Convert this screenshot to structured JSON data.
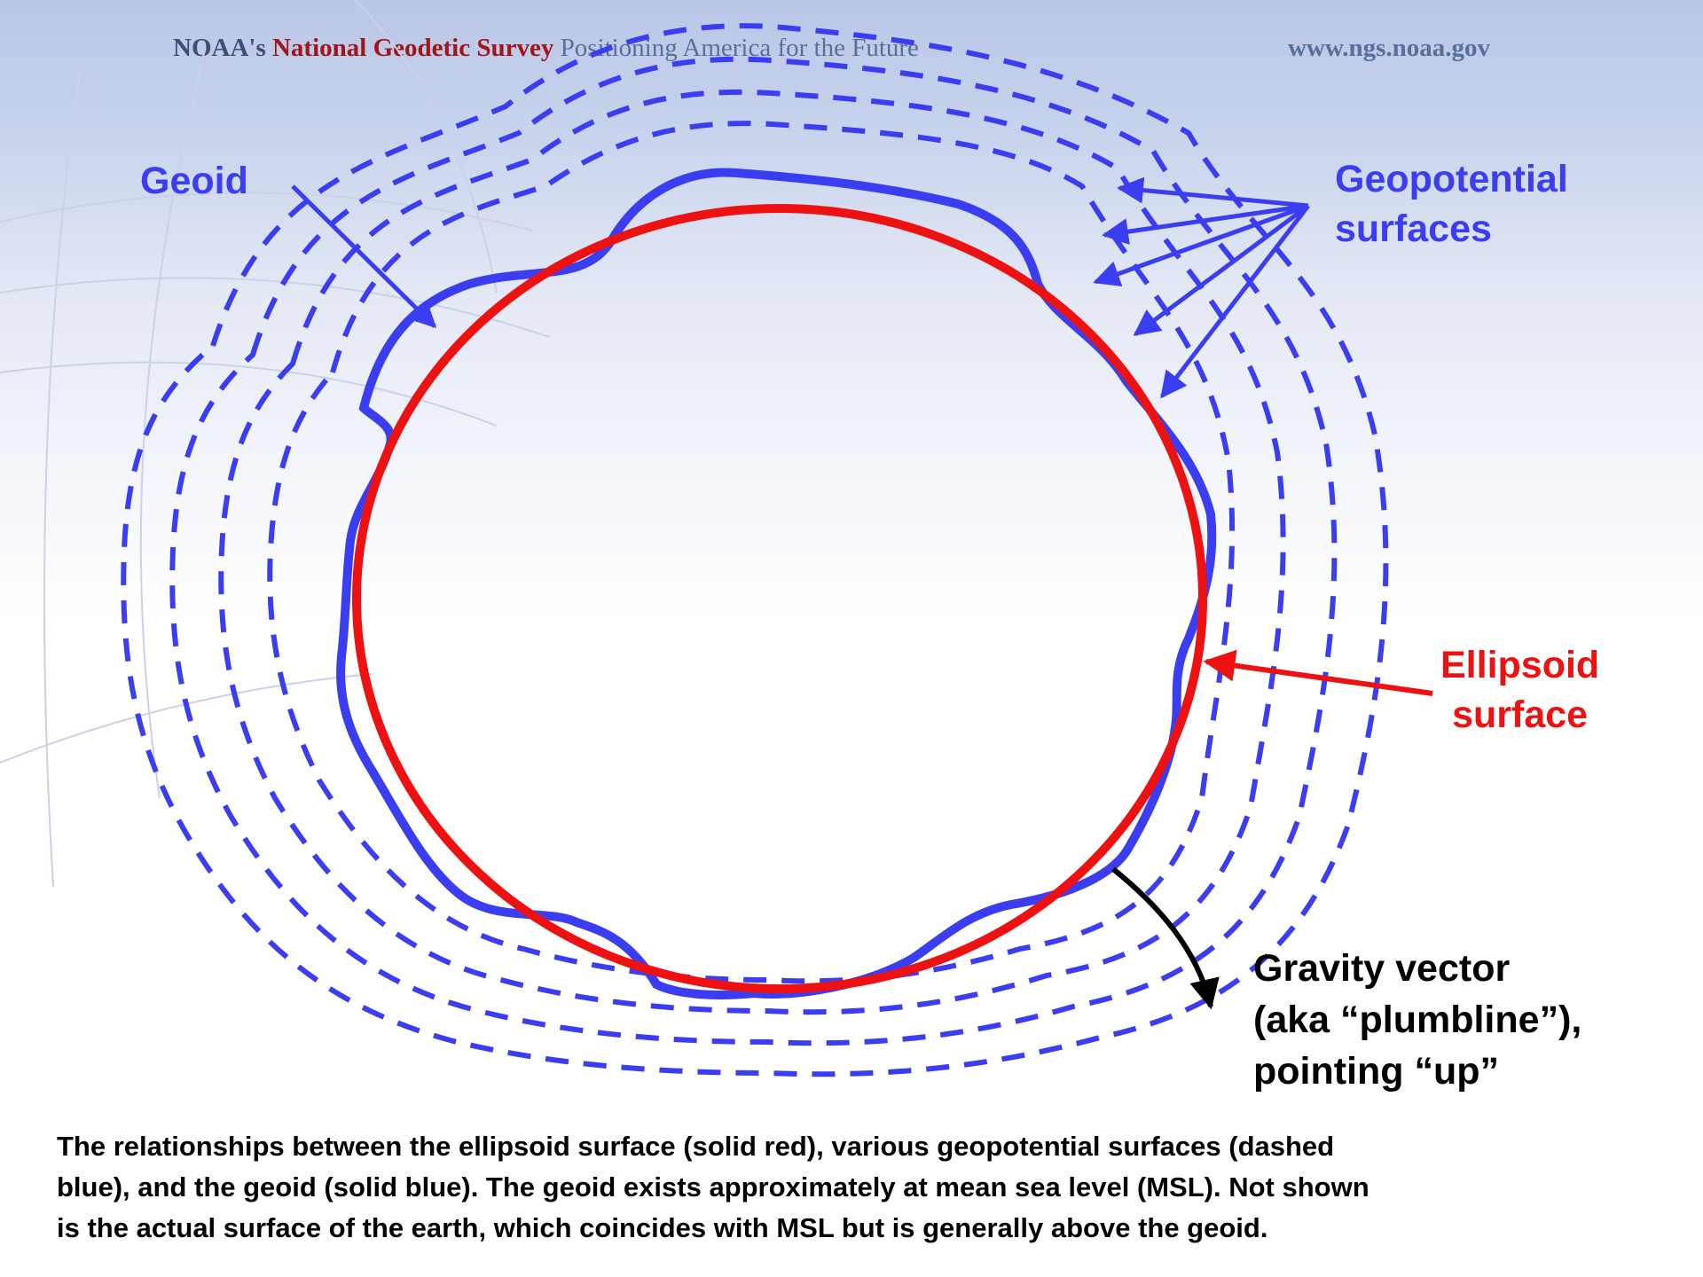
{
  "header": {
    "org": "NOAA's",
    "name": "National Geodetic Survey",
    "tagline": "Positioning America for the Future",
    "url": "www.ngs.noaa.gov"
  },
  "labels": {
    "geoid": "Geoid",
    "geopotential_line1": "Geopotential",
    "geopotential_line2": "surfaces",
    "ellipsoid_line1": "Ellipsoid",
    "ellipsoid_line2": "surface",
    "gravity_line1": "Gravity vector",
    "gravity_line2": "(aka “plumbline”),",
    "gravity_line3": "pointing “up”"
  },
  "caption": {
    "line1": "The relationships between the ellipsoid surface (solid red), various geopotential surfaces (dashed",
    "line2": "blue), and the geoid (solid blue).  The geoid exists approximately at mean sea level (MSL).  Not shown",
    "line3": "is the actual surface of the earth, which coincides with MSL but is generally above the geoid."
  },
  "colors": {
    "geoid": "#3b3df2",
    "ellipsoid": "#ee1111",
    "gravity": "#000000"
  }
}
